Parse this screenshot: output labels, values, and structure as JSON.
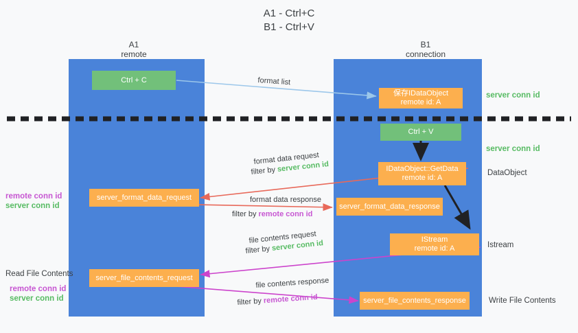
{
  "title": {
    "line1": "A1 - Ctrl+C",
    "line2": "B1 - Ctrl+V"
  },
  "colors": {
    "column": "#4a83d9",
    "green_box": "#72c07a",
    "orange_box": "#fcaf4e",
    "server_conn": "#57bb63",
    "remote_conn": "#c757d2",
    "blue_arrow": "#9cc7ea",
    "red_arrow": "#e8695a",
    "magenta_arrow": "#cc44cc",
    "black_arrow": "#202124",
    "background": "#f8f9fa"
  },
  "columns": [
    {
      "name": "A1",
      "sub": "remote"
    },
    {
      "name": "B1",
      "sub": "connection"
    }
  ],
  "boxes": {
    "ctrl_c": {
      "line1": "Ctrl + C",
      "line2": ""
    },
    "ctrl_v": {
      "line1": "Ctrl + V",
      "line2": ""
    },
    "save_dataobject": {
      "line1": "保存IDataObject",
      "line2": "remote id: A"
    },
    "getdata": {
      "line1": "IDataObject::GetData",
      "line2": "remote id: A"
    },
    "istream": {
      "line1": "IStream",
      "line2": "remote id: A"
    },
    "format_data_request": {
      "line1": "server_format_data_request",
      "line2": ""
    },
    "format_data_response": {
      "line1": "server_format_data_response",
      "line2": ""
    },
    "file_contents_request": {
      "line1": "server_file_contents_request",
      "line2": ""
    },
    "file_contents_response": {
      "line1": "server_file_contents_response",
      "line2": ""
    }
  },
  "right_labels": {
    "server_conn_top": "server conn id",
    "server_conn_mid": "server conn id",
    "dataobject": "DataObject",
    "istream": "Istream",
    "write_file_contents": "Write File Contents"
  },
  "left_labels": {
    "remote_conn_1": "remote conn id",
    "server_conn_1": "server conn id",
    "read_file_contents": "Read File Contents",
    "remote_conn_2": "remote conn id",
    "server_conn_2": "server conn id"
  },
  "edge_labels": {
    "format_list": "format list",
    "format_data_request": "format data request",
    "format_data_request_filter_prefix": "filter by ",
    "format_data_request_filter_value": "server conn id",
    "format_data_response": "format data response",
    "format_data_response_filter_prefix": "filter by ",
    "format_data_response_filter_value": "remote conn id",
    "file_contents_request": "file contents request",
    "file_contents_request_filter_prefix": "filter by ",
    "file_contents_request_filter_value": "server conn id",
    "file_contents_response": "file contents response",
    "file_contents_response_filter_prefix": "filter by ",
    "file_contents_response_filter_value": "remote conn id"
  }
}
